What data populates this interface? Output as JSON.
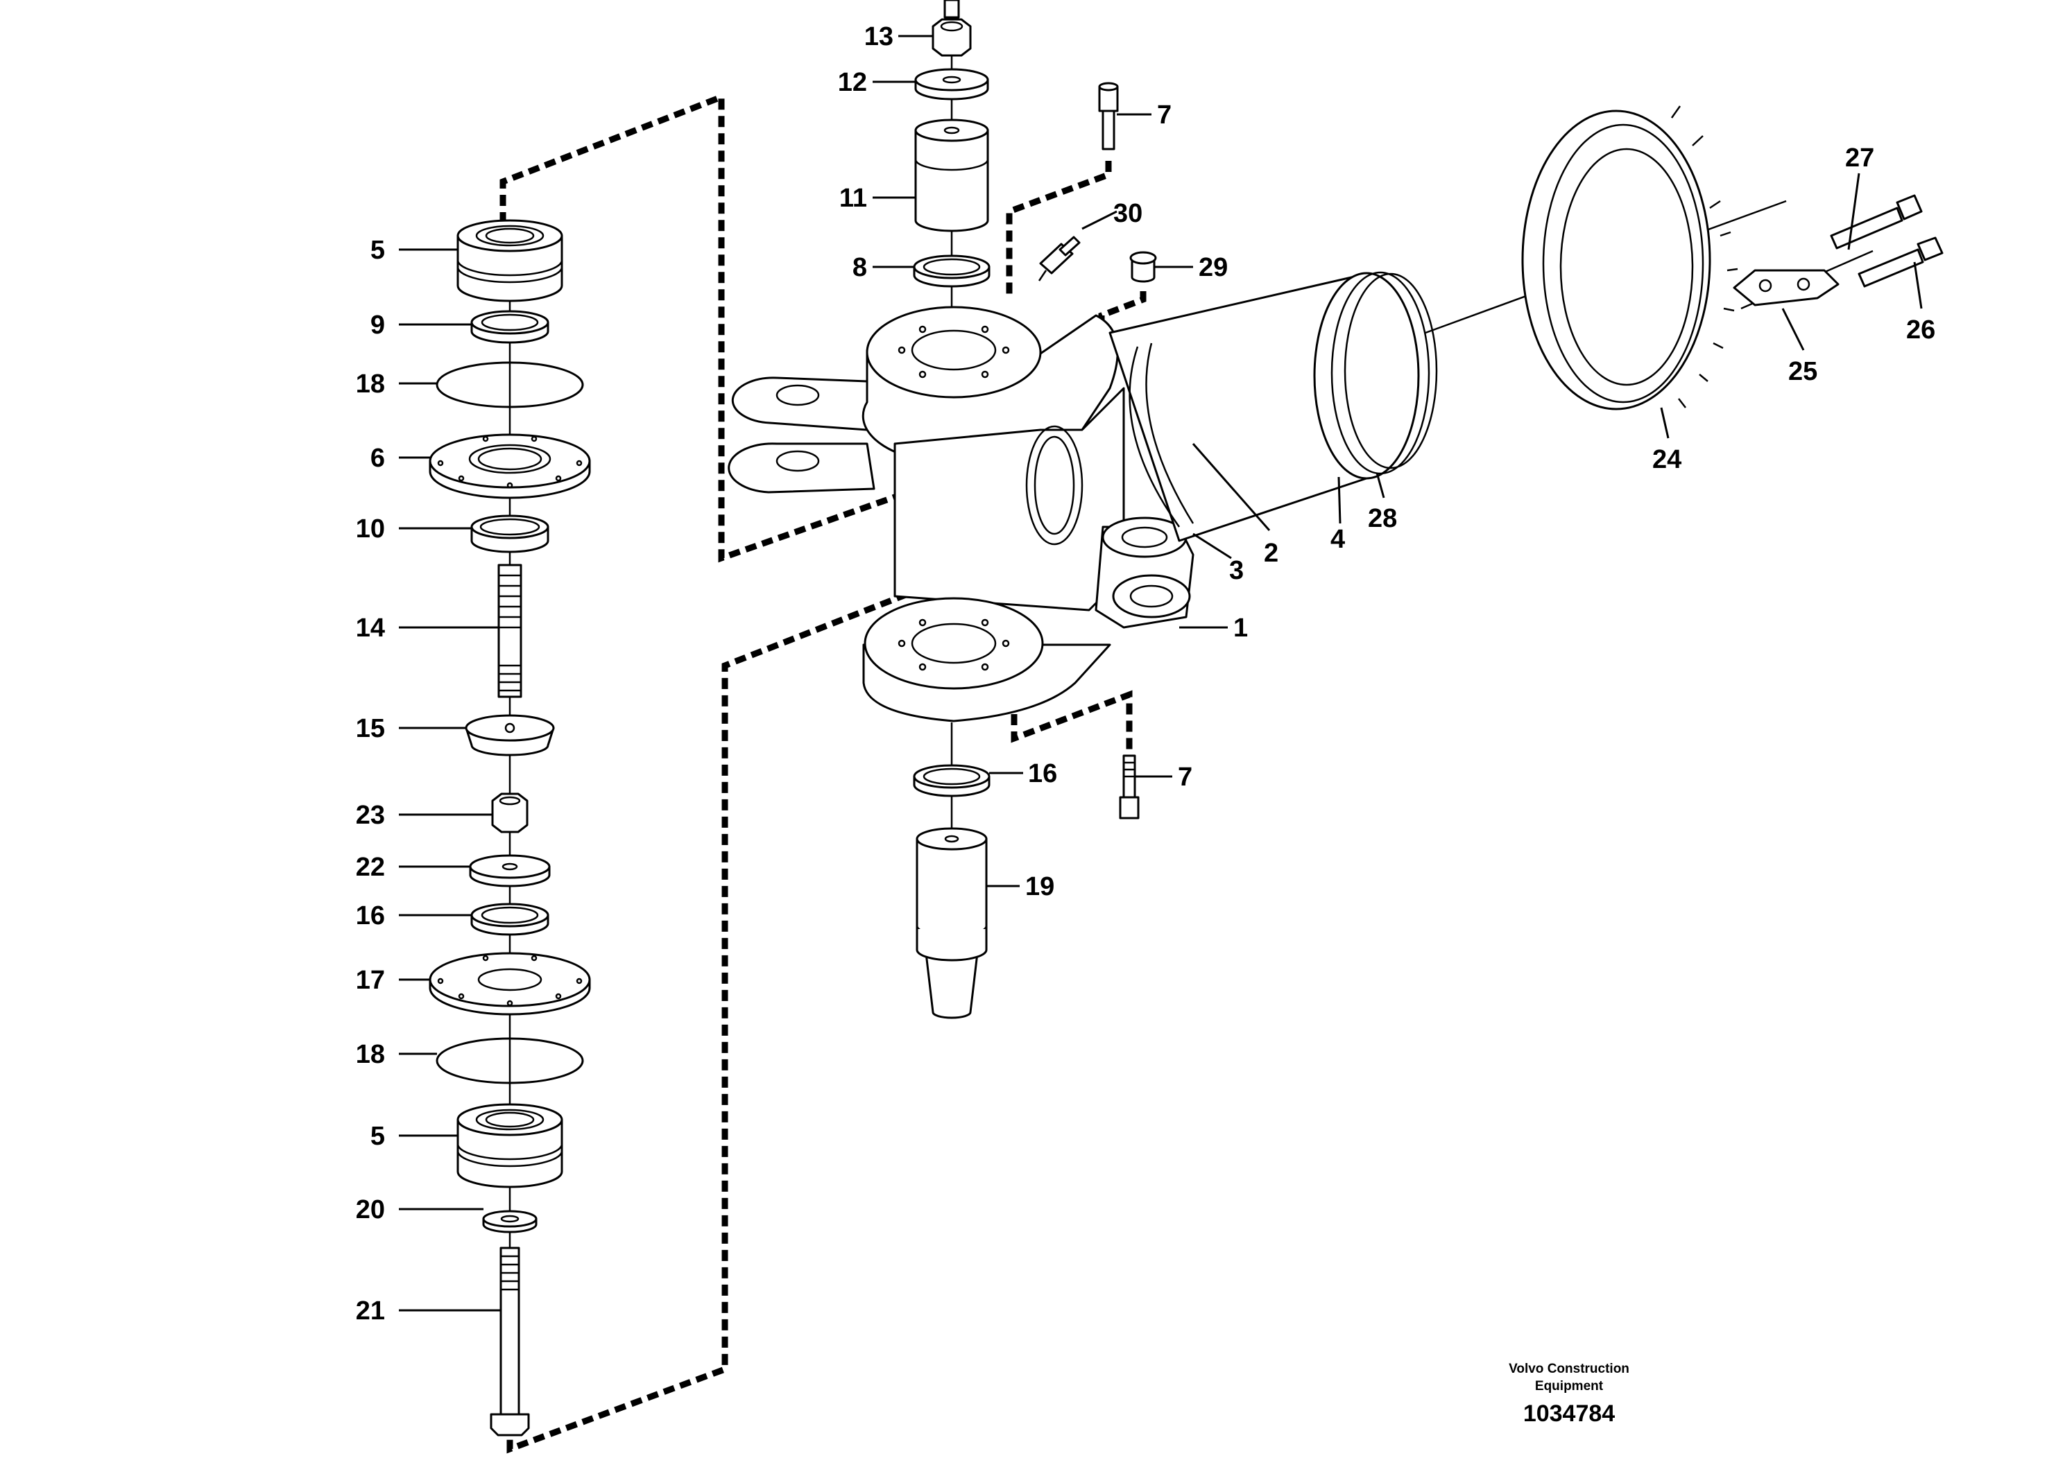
{
  "drawing": {
    "callouts": {
      "c1": "1",
      "c2": "2",
      "c3": "3",
      "c4": "4",
      "c5a": "5",
      "c5b": "5",
      "c6": "6",
      "c7a": "7",
      "c7b": "7",
      "c8": "8",
      "c9": "9",
      "c10": "10",
      "c11": "11",
      "c12": "12",
      "c13": "13",
      "c14": "14",
      "c15": "15",
      "c16a": "16",
      "c16b": "16",
      "c17": "17",
      "c18a": "18",
      "c18b": "18",
      "c19": "19",
      "c20": "20",
      "c21": "21",
      "c22": "22",
      "c23": "23",
      "c24": "24",
      "c25": "25",
      "c26": "26",
      "c27": "27",
      "c28": "28",
      "c29": "29",
      "c30": "30"
    }
  },
  "footer": {
    "company_line1": "Volvo Construction",
    "company_line2": "Equipment",
    "drawing_number": "1034784"
  }
}
